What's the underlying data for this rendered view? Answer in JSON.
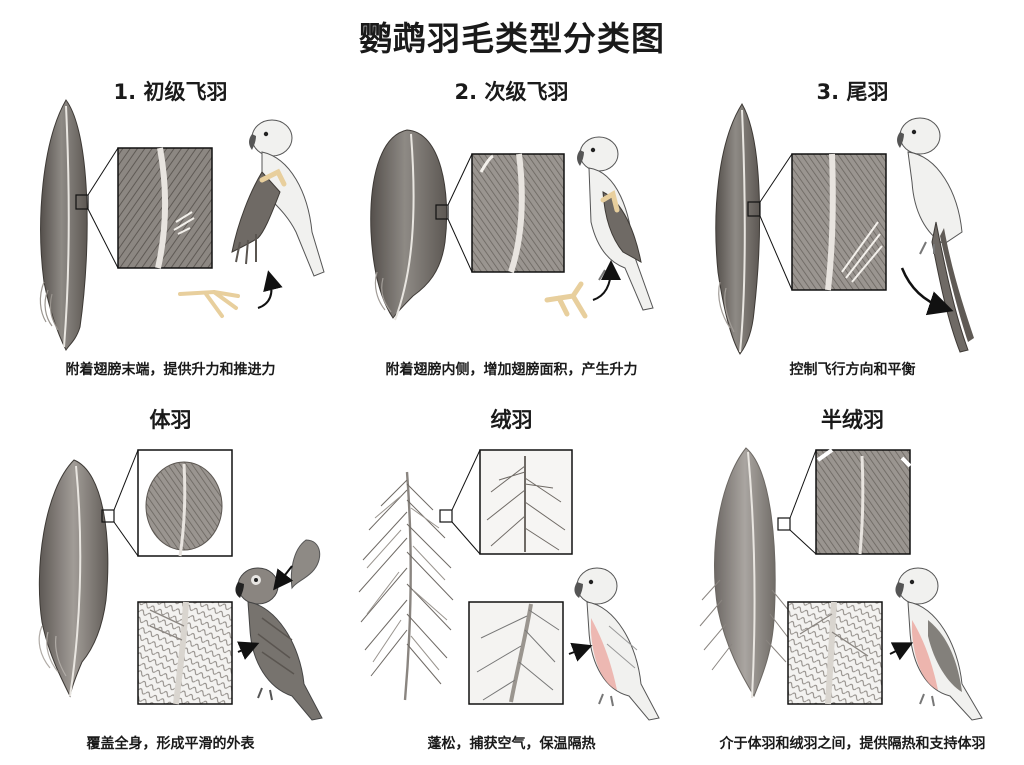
{
  "title": "鹦鹉羽毛类型分类图",
  "panels": [
    {
      "title": "1. 初级飞羽",
      "desc": "附着翅膀末端，提供升力和推进力"
    },
    {
      "title": "2. 次级飞羽",
      "desc": "附着翅膀内侧，增加翅膀面积，产生升力"
    },
    {
      "title": "3. 尾羽",
      "desc": "控制飞行方向和平衡"
    },
    {
      "title": "体羽",
      "desc": "覆盖全身，形成平滑的外表"
    },
    {
      "title": "绒羽",
      "desc": "蓬松，捕获空气，保温隔热"
    },
    {
      "title": "半绒羽",
      "desc": "介于体羽和绒羽之间，提供隔热和支持体羽"
    }
  ],
  "colors": {
    "feather_dark": "#6f6a65",
    "feather_mid": "#8e8a85",
    "feather_light": "#c9c5c0",
    "bird_white": "#f1f1ef",
    "bone": "#ecd9b5",
    "body_grey": "#77736e",
    "pink": "#ecaaa2"
  }
}
